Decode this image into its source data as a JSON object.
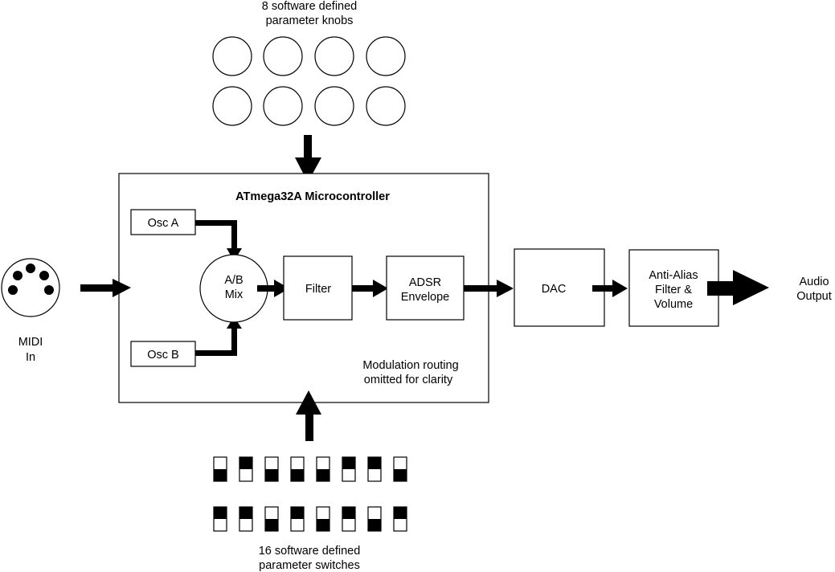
{
  "knobs": {
    "caption_line1": "8 software defined",
    "caption_line2": "parameter knobs",
    "count": 8
  },
  "mcu": {
    "title": "ATmega32A Microcontroller",
    "osc_a": "Osc A",
    "osc_b": "Osc B",
    "mix_line1": "A/B",
    "mix_line2": "Mix",
    "filter": "Filter",
    "adsr_line1": "ADSR",
    "adsr_line2": "Envelope",
    "note_line1": "Modulation routing",
    "note_line2": "omitted for clarity"
  },
  "midi": {
    "line1": "MIDI",
    "line2": "In"
  },
  "dac": "DAC",
  "antialias": {
    "line1": "Anti-Alias",
    "line2": "Filter &",
    "line3": "Volume"
  },
  "audio": {
    "line1": "Audio",
    "line2": "Output"
  },
  "switches": {
    "caption_line1": "16 software defined",
    "caption_line2": "parameter switches",
    "row1_states": [
      "down",
      "up",
      "down",
      "down",
      "down",
      "up",
      "up",
      "down"
    ],
    "row2_states": [
      "up",
      "up",
      "down",
      "up",
      "down",
      "up",
      "down",
      "up"
    ]
  }
}
